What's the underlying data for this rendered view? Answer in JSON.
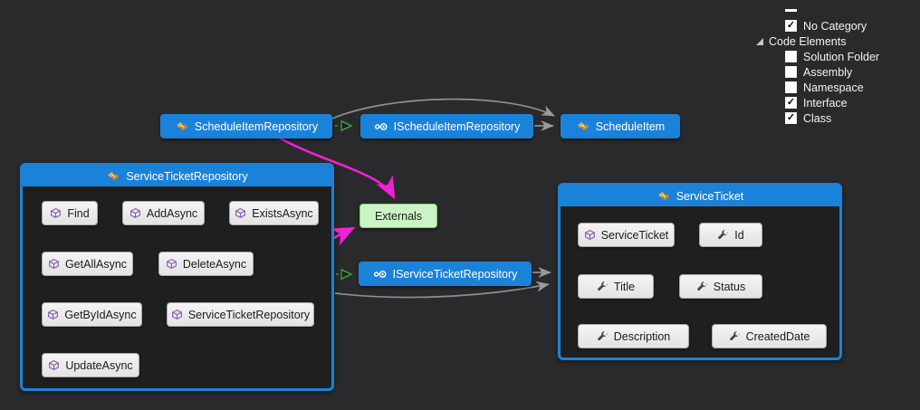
{
  "colors": {
    "canvas_bg": "#2a2a2c",
    "accent_blue": "#1b82d9",
    "external_green": "#cbf4c4",
    "edge_gray": "#8f8f8f",
    "edge_green": "#3fa43f",
    "edge_magenta": "#f41fd8"
  },
  "nodes": {
    "schedule_item_repository": {
      "label": "ScheduleItemRepository",
      "type": "class"
    },
    "i_schedule_item_repository": {
      "label": "IScheduleItemRepository",
      "type": "interface"
    },
    "schedule_item": {
      "label": "ScheduleItem",
      "type": "class"
    },
    "externals": {
      "label": "Externals",
      "type": "external-group"
    },
    "i_service_ticket_repository": {
      "label": "IServiceTicketRepository",
      "type": "interface"
    }
  },
  "groups": {
    "service_ticket_repository": {
      "title": "ServiceTicketRepository",
      "members": [
        {
          "label": "Find",
          "kind": "method"
        },
        {
          "label": "AddAsync",
          "kind": "method"
        },
        {
          "label": "ExistsAsync",
          "kind": "method"
        },
        {
          "label": "GetAllAsync",
          "kind": "method"
        },
        {
          "label": "DeleteAsync",
          "kind": "method"
        },
        {
          "label": "GetByIdAsync",
          "kind": "method"
        },
        {
          "label": "ServiceTicketRepository",
          "kind": "method"
        },
        {
          "label": "UpdateAsync",
          "kind": "method"
        }
      ]
    },
    "service_ticket": {
      "title": "ServiceTicket",
      "members": [
        {
          "label": "ServiceTicket",
          "kind": "method"
        },
        {
          "label": "Id",
          "kind": "property"
        },
        {
          "label": "Title",
          "kind": "property"
        },
        {
          "label": "Status",
          "kind": "property"
        },
        {
          "label": "Description",
          "kind": "property"
        },
        {
          "label": "CreatedDate",
          "kind": "property"
        }
      ]
    }
  },
  "edges": [
    {
      "from": "ScheduleItemRepository",
      "to": "ScheduleItem",
      "kind": "reference"
    },
    {
      "from": "ScheduleItemRepository",
      "to": "IScheduleItemRepository",
      "kind": "implements"
    },
    {
      "from": "IScheduleItemRepository",
      "to": "ScheduleItem",
      "kind": "reference"
    },
    {
      "from": "ScheduleItemRepository",
      "to": "Externals",
      "kind": "external-reference"
    },
    {
      "from": "ServiceTicketRepository",
      "to": "Externals",
      "kind": "external-reference"
    },
    {
      "from": "ServiceTicketRepository",
      "to": "IServiceTicketRepository",
      "kind": "implements"
    },
    {
      "from": "IServiceTicketRepository",
      "to": "ServiceTicket",
      "kind": "reference"
    },
    {
      "from": "ServiceTicketRepository",
      "to": "ServiceTicket",
      "kind": "reference"
    }
  ],
  "legend": {
    "items": [
      {
        "label": "No Category",
        "checked": true,
        "glyph": "✓"
      },
      {
        "label": "Code Elements",
        "expander": true,
        "glyph": ""
      },
      {
        "label": "Solution Folder",
        "checked": false,
        "glyph": ""
      },
      {
        "label": "Assembly",
        "checked": false,
        "glyph": ""
      },
      {
        "label": "Namespace",
        "checked": false,
        "glyph": ""
      },
      {
        "label": "Interface",
        "checked": true,
        "glyph": "✓"
      },
      {
        "label": "Class",
        "checked": true,
        "glyph": "✓"
      }
    ]
  }
}
